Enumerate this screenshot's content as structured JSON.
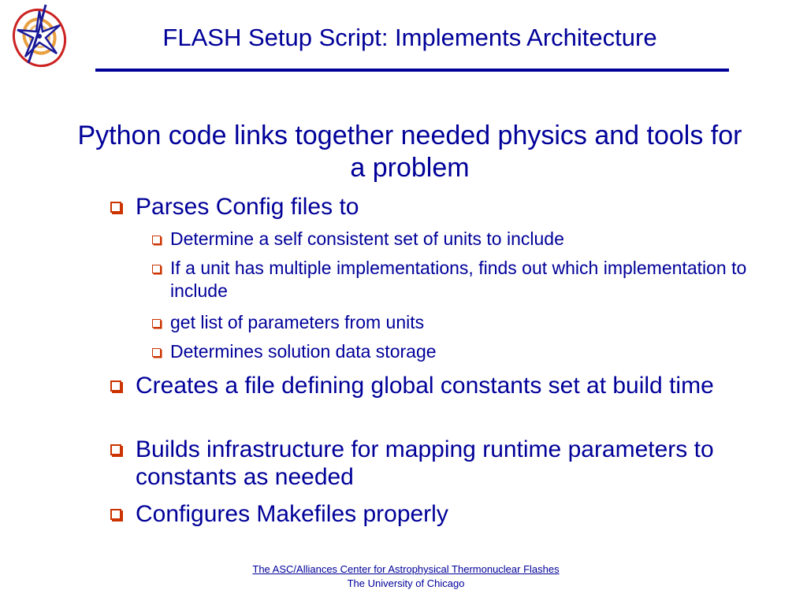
{
  "slide": {
    "title": "FLASH Setup Script: Implements Architecture",
    "lead": "Python code links together needed physics and tools for a problem",
    "bullets": [
      {
        "text": "Parses Config files to"
      },
      {
        "text": "Determine a self consistent set of units to include"
      },
      {
        "text": "If a unit has multiple implementations, finds out which implementation to include"
      },
      {
        "text": "get list of parameters from units"
      },
      {
        "text": "Determines solution data storage"
      },
      {
        "text": "Creates a file defining global constants set at build time"
      },
      {
        "text": "Builds infrastructure for mapping runtime parameters to constants as needed"
      },
      {
        "text": "Configures Makefiles properly"
      }
    ]
  },
  "footer": {
    "center_link": "The ASC/Alliances Center for Astrophysical Thermonuclear Flashes",
    "university": "The University of Chicago"
  },
  "logo": {
    "icon": "flash-center-logo-icon"
  },
  "colors": {
    "text": "#000099",
    "bullet_box": "#cc3300",
    "logo_red": "#cc2222",
    "logo_orange": "#e8a040",
    "logo_blue": "#1a1a99"
  }
}
